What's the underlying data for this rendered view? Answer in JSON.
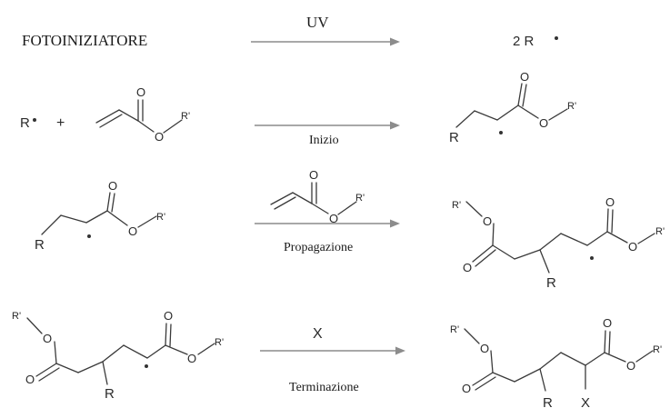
{
  "initiator": {
    "label": "FOTOINIZIATORE",
    "radical_product": "2 R"
  },
  "steps": [
    {
      "reagent": "UV"
    },
    {
      "label": "Inizio"
    },
    {
      "label": "Propagazione"
    },
    {
      "reagent": "X",
      "label": "Terminazione"
    }
  ],
  "reactants": {
    "radical": "R",
    "plus": "+"
  },
  "atoms": {
    "oxygen": "O",
    "r_group": "R",
    "r_prime": "R'",
    "x_group": "X"
  },
  "colors": {
    "bond": "#3a3a3a",
    "arrow": "#8c8c8c",
    "text": "#1a1a1a"
  }
}
